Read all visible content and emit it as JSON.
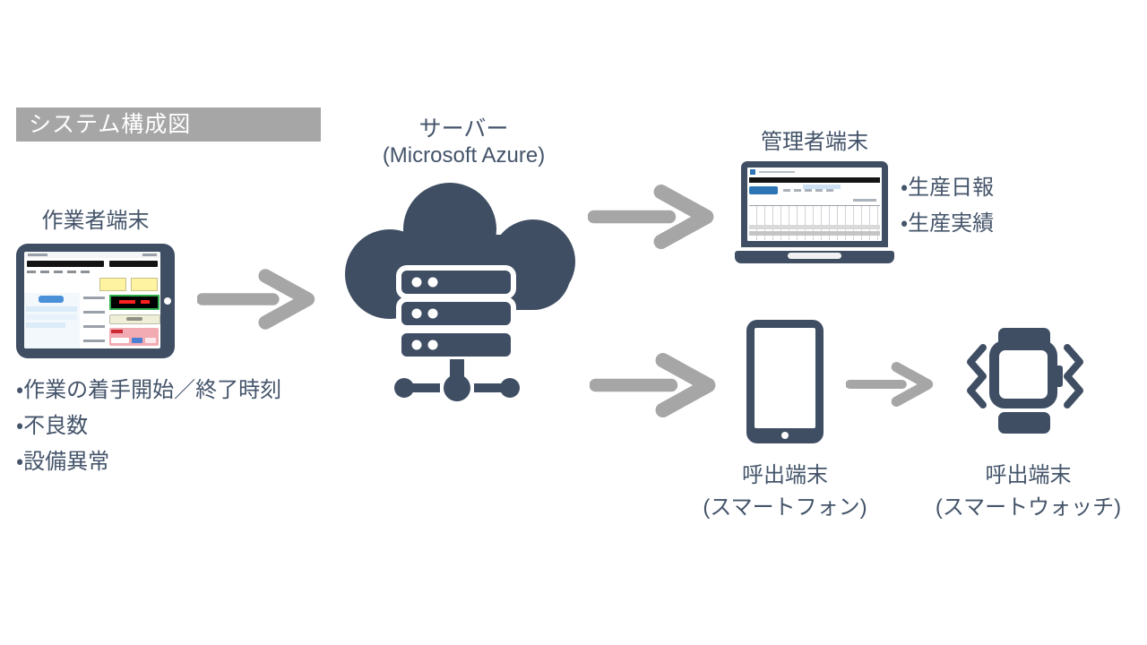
{
  "diagram": {
    "title": "システム構成図",
    "server": {
      "label": "サーバー",
      "sublabel": "(Microsoft Azure)"
    },
    "worker": {
      "label": "作業者端末",
      "bullets": [
        "・作業の着手開始／終了時刻",
        "・不良数",
        "・設備異常"
      ]
    },
    "admin": {
      "label": "管理者端末",
      "bullets": [
        "・生産日報",
        "・生産実績"
      ]
    },
    "phone": {
      "label": "呼出端末",
      "sublabel": "(スマートフォン)"
    },
    "watch": {
      "label": "呼出端末",
      "sublabel": "(スマートウォッチ)"
    }
  },
  "icons": [
    "tablet-icon",
    "cloud-server-icon",
    "laptop-icon",
    "smartphone-icon",
    "smartwatch-icon",
    "right-arrow-icon"
  ],
  "colors": {
    "icon_slate": "#3f4e63",
    "text_slate": "#44546a",
    "arrow_gray": "#a6a6a6",
    "title_bg": "#a6a6a6",
    "title_text": "#ffffff",
    "display_border_green": "#2fae4e",
    "display_text_red": "#ff2020",
    "highlight_yellow": "#fdf3a0",
    "alert_pink": "#f3abb3",
    "button_blue": "#2e75b6"
  }
}
